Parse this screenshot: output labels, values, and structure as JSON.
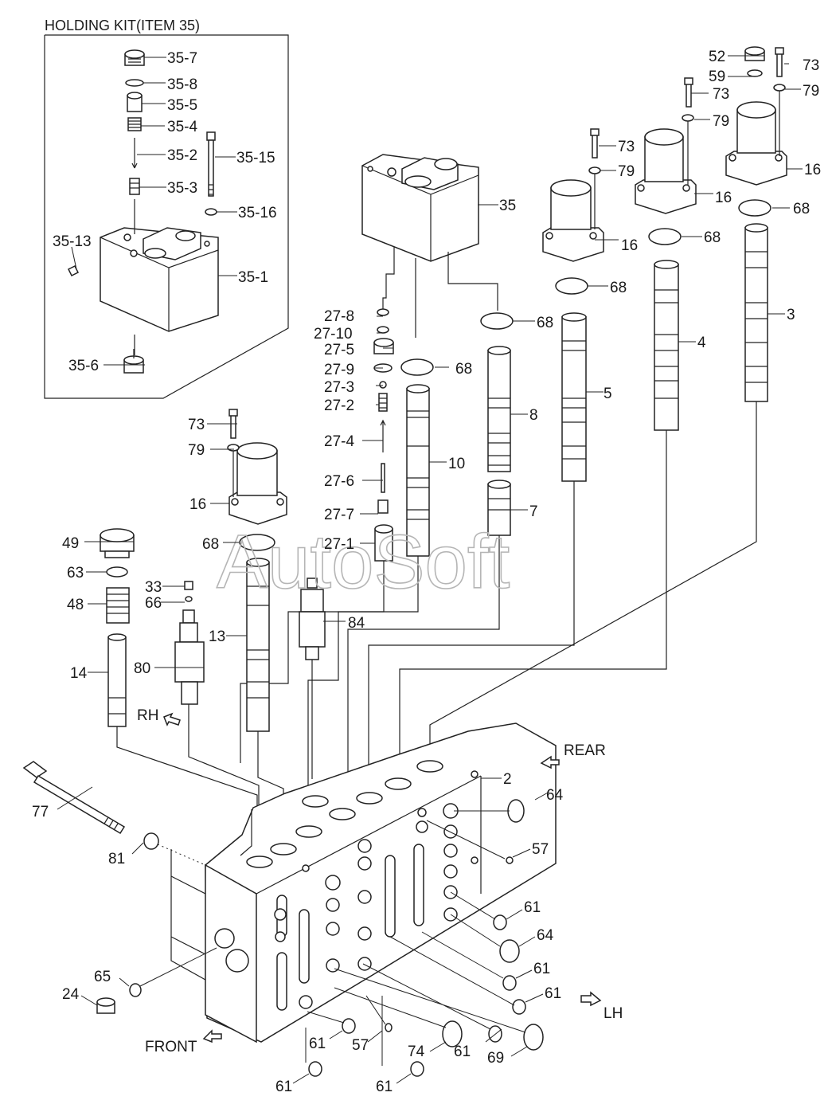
{
  "kit_title": "HOLDING KIT(ITEM 35)",
  "watermark": "AutoSoft",
  "directions": {
    "rh": "RH",
    "rear": "REAR",
    "lh": "LH",
    "front": "FRONT"
  },
  "callouts": [
    "35-7",
    "35-8",
    "35-5",
    "35-4",
    "35-2",
    "35-15",
    "35-3",
    "35-16",
    "35-13",
    "35-1",
    "35-6",
    "27-8",
    "27-10",
    "27-5",
    "27-9",
    "27-3",
    "27-2",
    "27-4",
    "27-6",
    "27-7",
    "27-1",
    "35",
    "68",
    "68",
    "68",
    "68",
    "68",
    "68",
    "68",
    "73",
    "79",
    "16",
    "73",
    "79",
    "16",
    "73",
    "79",
    "16",
    "52",
    "59",
    "73",
    "79",
    "16",
    "3",
    "4",
    "5",
    "8",
    "7",
    "10",
    "13",
    "84",
    "80",
    "33",
    "66",
    "49",
    "63",
    "48",
    "14",
    "2",
    "64",
    "57",
    "61",
    "64",
    "61",
    "61",
    "77",
    "81",
    "65",
    "24",
    "61",
    "57",
    "74",
    "61",
    "69",
    "61",
    "61"
  ]
}
